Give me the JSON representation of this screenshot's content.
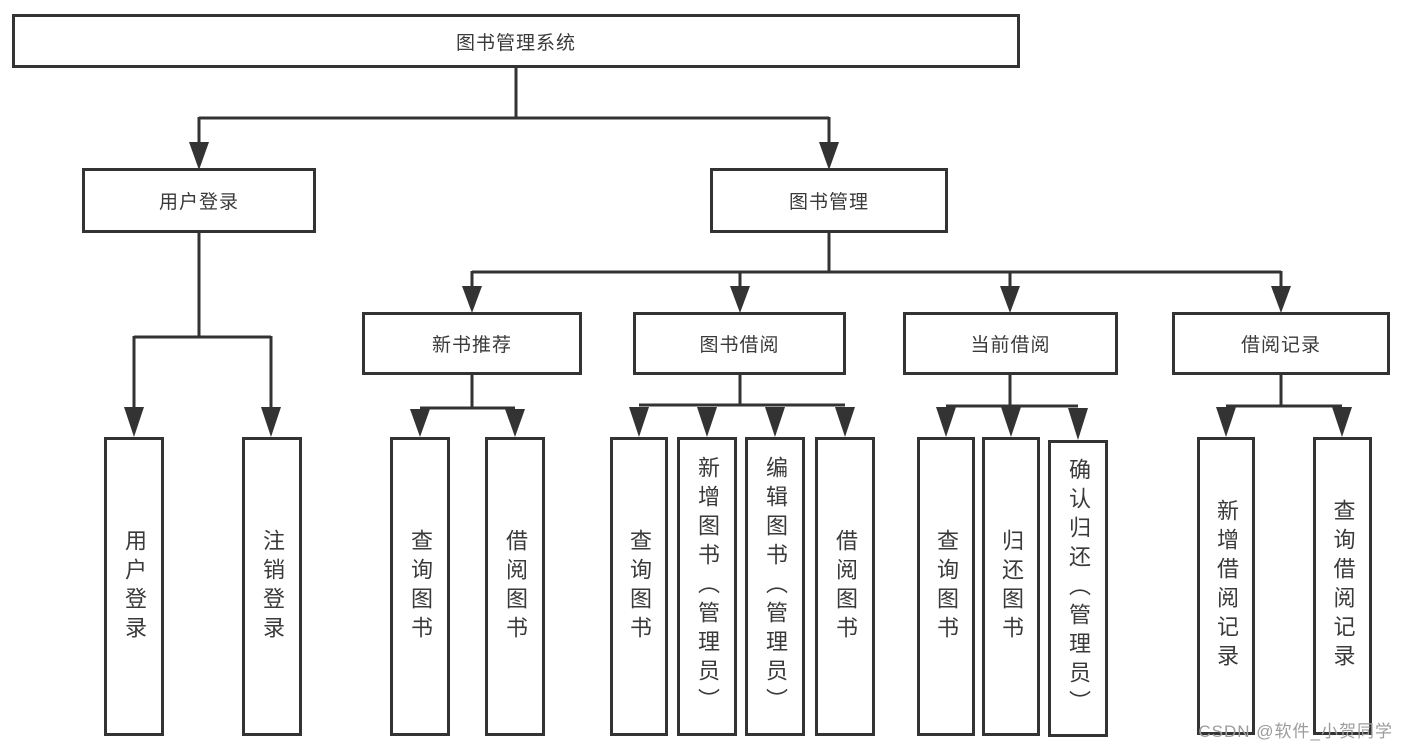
{
  "tree": {
    "root": {
      "label": "图书管理系统"
    },
    "children": [
      {
        "label": "用户登录",
        "children": [
          {
            "label": "用户登录"
          },
          {
            "label": "注销登录"
          }
        ]
      },
      {
        "label": "图书管理",
        "children": [
          {
            "label": "新书推荐",
            "children": [
              {
                "label": "查询图书"
              },
              {
                "label": "借阅图书"
              }
            ]
          },
          {
            "label": "图书借阅",
            "children": [
              {
                "label": "查询图书"
              },
              {
                "label": "新增图书（管理员）"
              },
              {
                "label": "编辑图书（管理员）"
              },
              {
                "label": "借阅图书"
              }
            ]
          },
          {
            "label": "当前借阅",
            "children": [
              {
                "label": "查询图书"
              },
              {
                "label": "归还图书"
              },
              {
                "label": "确认归还（管理员）"
              }
            ]
          },
          {
            "label": "借阅记录",
            "children": [
              {
                "label": "新增借阅记录"
              },
              {
                "label": "查询借阅记录"
              }
            ]
          }
        ]
      }
    ]
  },
  "watermark": {
    "text": "CSDN @软件_小贺同学"
  },
  "colors": {
    "box_border": "#333333",
    "connector": "#333333",
    "text": "#3a3a3a",
    "watermark": "#9c9c9c",
    "background": "#ffffff"
  }
}
